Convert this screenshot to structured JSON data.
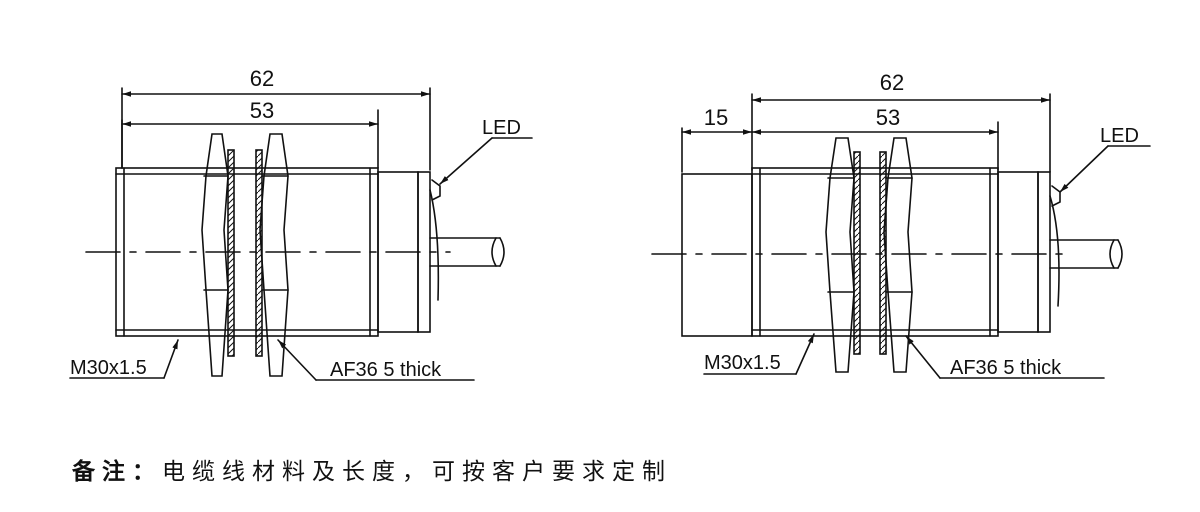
{
  "left_view": {
    "dim_total": "62",
    "dim_body": "53",
    "label_led": "LED",
    "label_thread": "M30x1.5",
    "label_nut": "AF36  5 thick"
  },
  "right_view": {
    "dim_total": "62",
    "dim_body": "53",
    "dim_stub": "15",
    "label_led": "LED",
    "label_thread": "M30x1.5",
    "label_nut": "AF36  5 thick"
  },
  "note": {
    "prefix": "备注：",
    "text": "电缆线材料及长度，可按客户要求定制"
  }
}
